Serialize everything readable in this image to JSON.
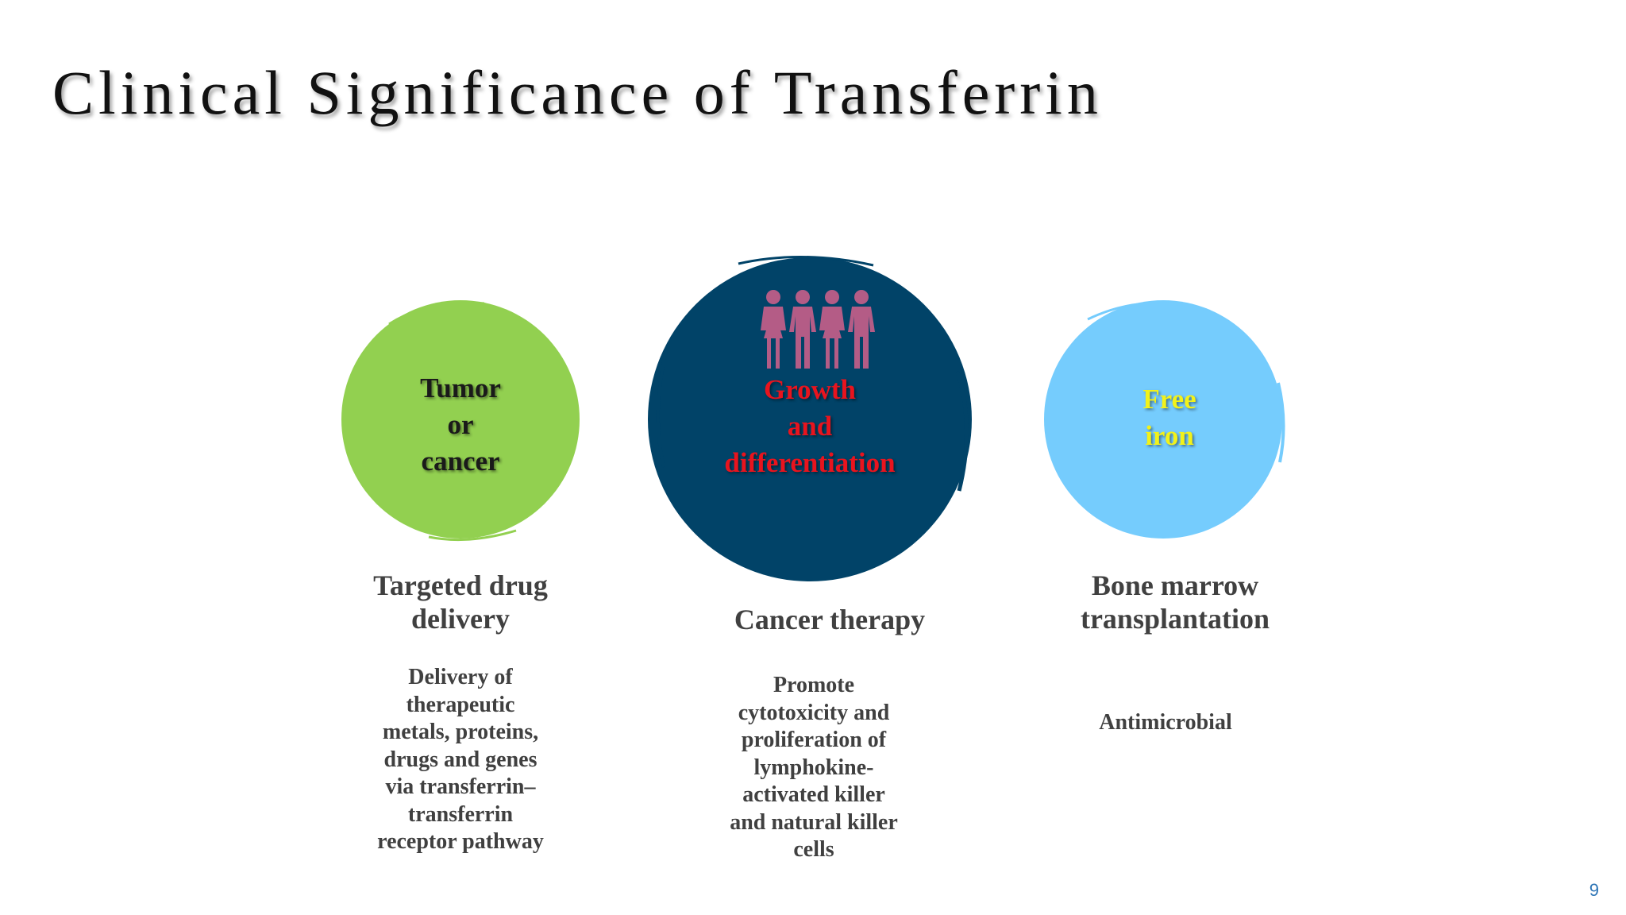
{
  "slide": {
    "title": "Clinical Significance of Transferrin",
    "page_number": "9"
  },
  "columns": [
    {
      "circle_lines": [
        "Tumor",
        "or",
        "cancer"
      ],
      "circle_color": "#92d050",
      "label_color": "#1a1a1a",
      "heading_lines": [
        "Targeted drug",
        "delivery"
      ],
      "desc_lines": [
        "Delivery of",
        "therapeutic",
        "metals, proteins,",
        "drugs and genes",
        "via transferrin–",
        "transferrin",
        "receptor pathway"
      ]
    },
    {
      "circle_lines": [
        "Growth",
        "and",
        "differentiation"
      ],
      "circle_color": "#014368",
      "label_color": "#e8141e",
      "icon": "people-group-icon",
      "icon_color": "#b45c86",
      "heading_lines": [
        "Cancer therapy"
      ],
      "desc_lines": [
        "Promote",
        "cytotoxicity and",
        "proliferation of",
        "lymphokine-",
        "activated killer",
        "and natural killer",
        "cells"
      ]
    },
    {
      "circle_lines": [
        "Free",
        "iron"
      ],
      "circle_color": "#75ccfd",
      "label_color": "#f2f21a",
      "heading_lines": [
        "Bone marrow",
        "transplantation"
      ],
      "desc_lines": [
        "Antimicrobial"
      ]
    }
  ]
}
